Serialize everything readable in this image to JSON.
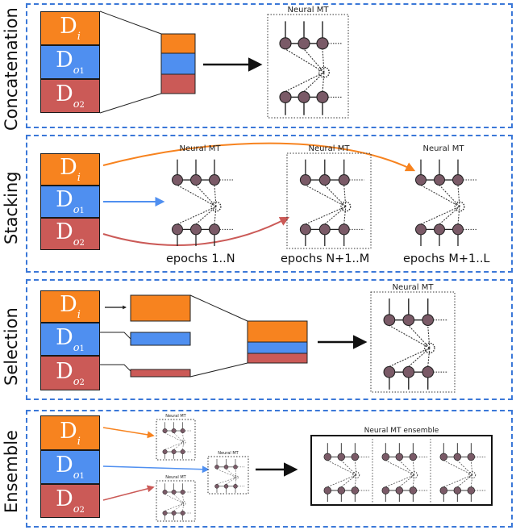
{
  "rows": [
    {
      "id": "concatenation",
      "label": "Concatenation"
    },
    {
      "id": "stacking",
      "label": "Stacking"
    },
    {
      "id": "selection",
      "label": "Selection"
    },
    {
      "id": "ensemble",
      "label": "Ensemble"
    }
  ],
  "data_blocks": {
    "in_domain": {
      "letter": "D",
      "sub": "i"
    },
    "out_domain_1": {
      "letter": "D",
      "sub": "o",
      "sub2": "1"
    },
    "out_domain_2": {
      "letter": "D",
      "sub": "o",
      "sub2": "2"
    }
  },
  "nmt_label": "Neural MT",
  "ensemble_label": "Neural MT ensemble",
  "epochs": [
    "epochs 1..N",
    "epochs N+1..M",
    "epochs M+1..L"
  ],
  "colors": {
    "orange": "#f7831f",
    "blue": "#4f8ff0",
    "red": "#cb5a57",
    "panel_border": "#3b78d8",
    "node": "#7a5a67"
  },
  "selection_fractions": {
    "in_domain": 1.0,
    "out_domain_1": 0.55,
    "out_domain_2": 0.2
  }
}
